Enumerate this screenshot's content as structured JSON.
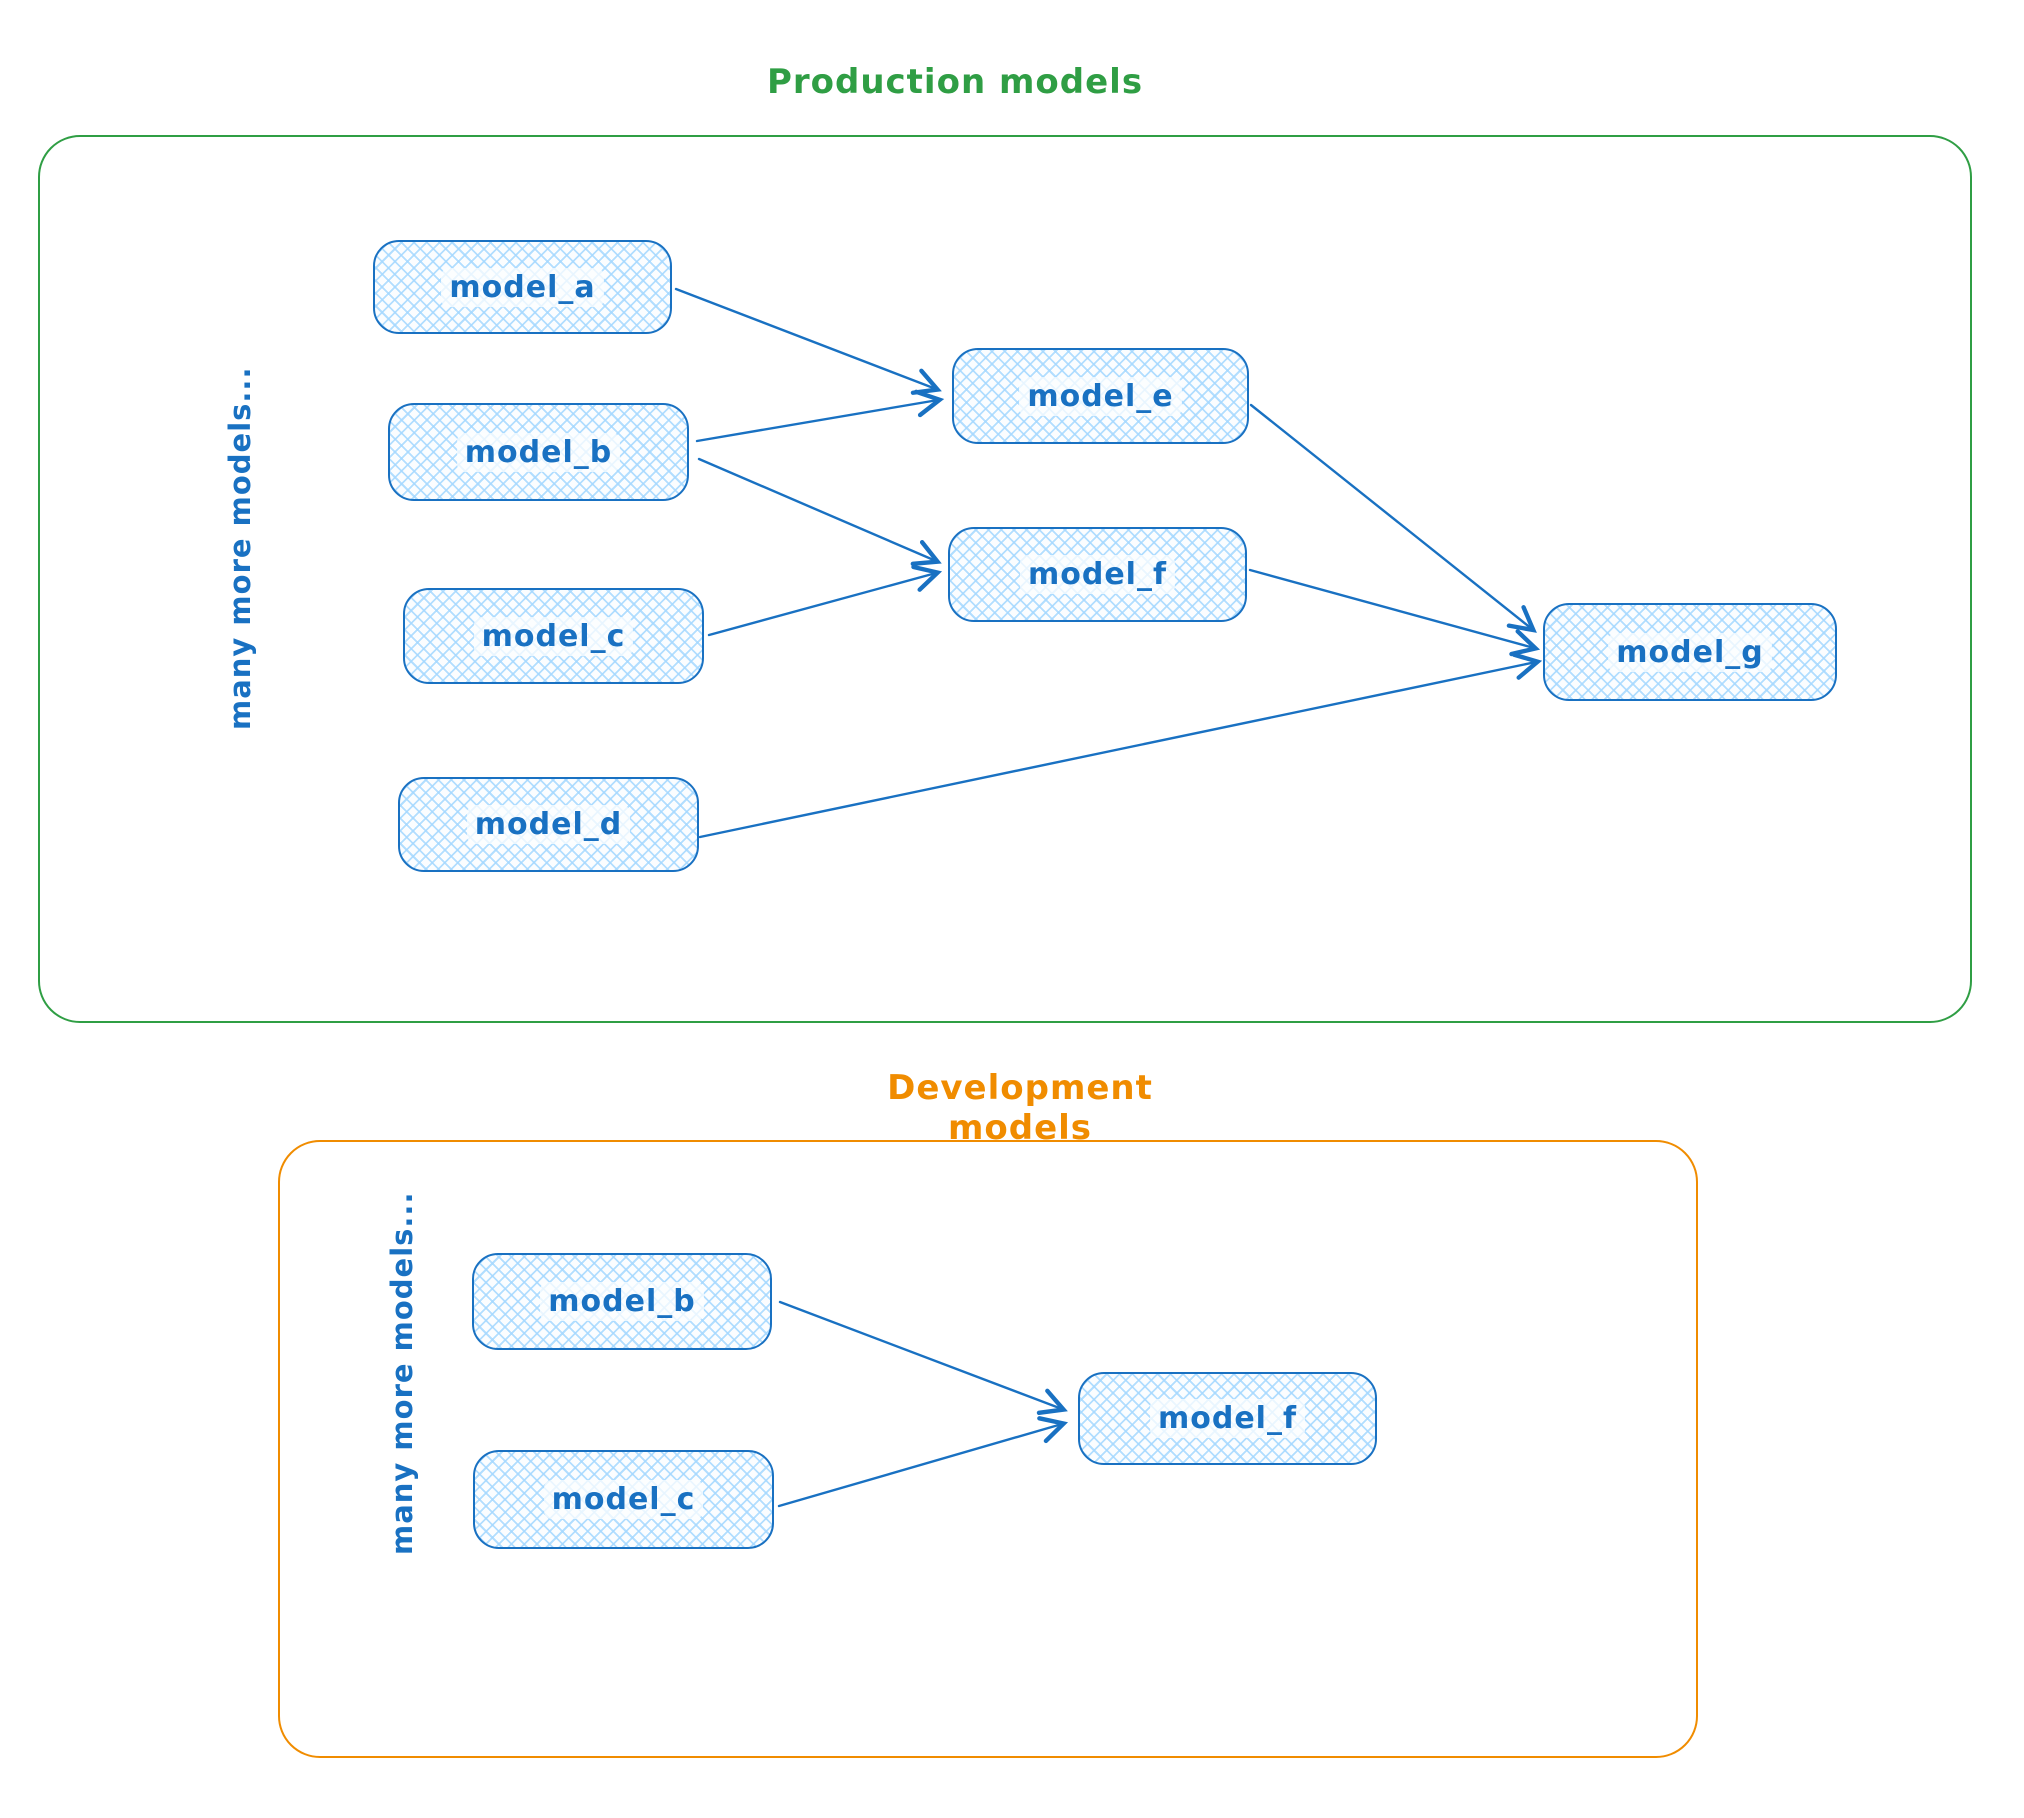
{
  "sections": {
    "production": {
      "title": "Production models",
      "side_note": "many more models...",
      "nodes": {
        "model_a": {
          "label": "model_a"
        },
        "model_b": {
          "label": "model_b"
        },
        "model_c": {
          "label": "model_c"
        },
        "model_d": {
          "label": "model_d"
        },
        "model_e": {
          "label": "model_e"
        },
        "model_f": {
          "label": "model_f"
        },
        "model_g": {
          "label": "model_g"
        }
      },
      "edges": [
        {
          "from": "model_a",
          "to": "model_e"
        },
        {
          "from": "model_b",
          "to": "model_e"
        },
        {
          "from": "model_b",
          "to": "model_f"
        },
        {
          "from": "model_c",
          "to": "model_f"
        },
        {
          "from": "model_e",
          "to": "model_g"
        },
        {
          "from": "model_f",
          "to": "model_g"
        },
        {
          "from": "model_d",
          "to": "model_g"
        }
      ]
    },
    "development": {
      "title": "Development models",
      "side_note": "many more models...",
      "nodes": {
        "model_b": {
          "label": "model_b"
        },
        "model_c": {
          "label": "model_c"
        },
        "model_f": {
          "label": "model_f"
        }
      },
      "edges": [
        {
          "from": "model_b",
          "to": "model_f"
        },
        {
          "from": "model_c",
          "to": "model_f"
        }
      ]
    }
  },
  "colors": {
    "node_stroke": "#1971c2",
    "node_fill": "#a5d8ff",
    "production_frame": "#2f9e44",
    "development_frame": "#f08c00",
    "arrow": "#1971c2"
  }
}
